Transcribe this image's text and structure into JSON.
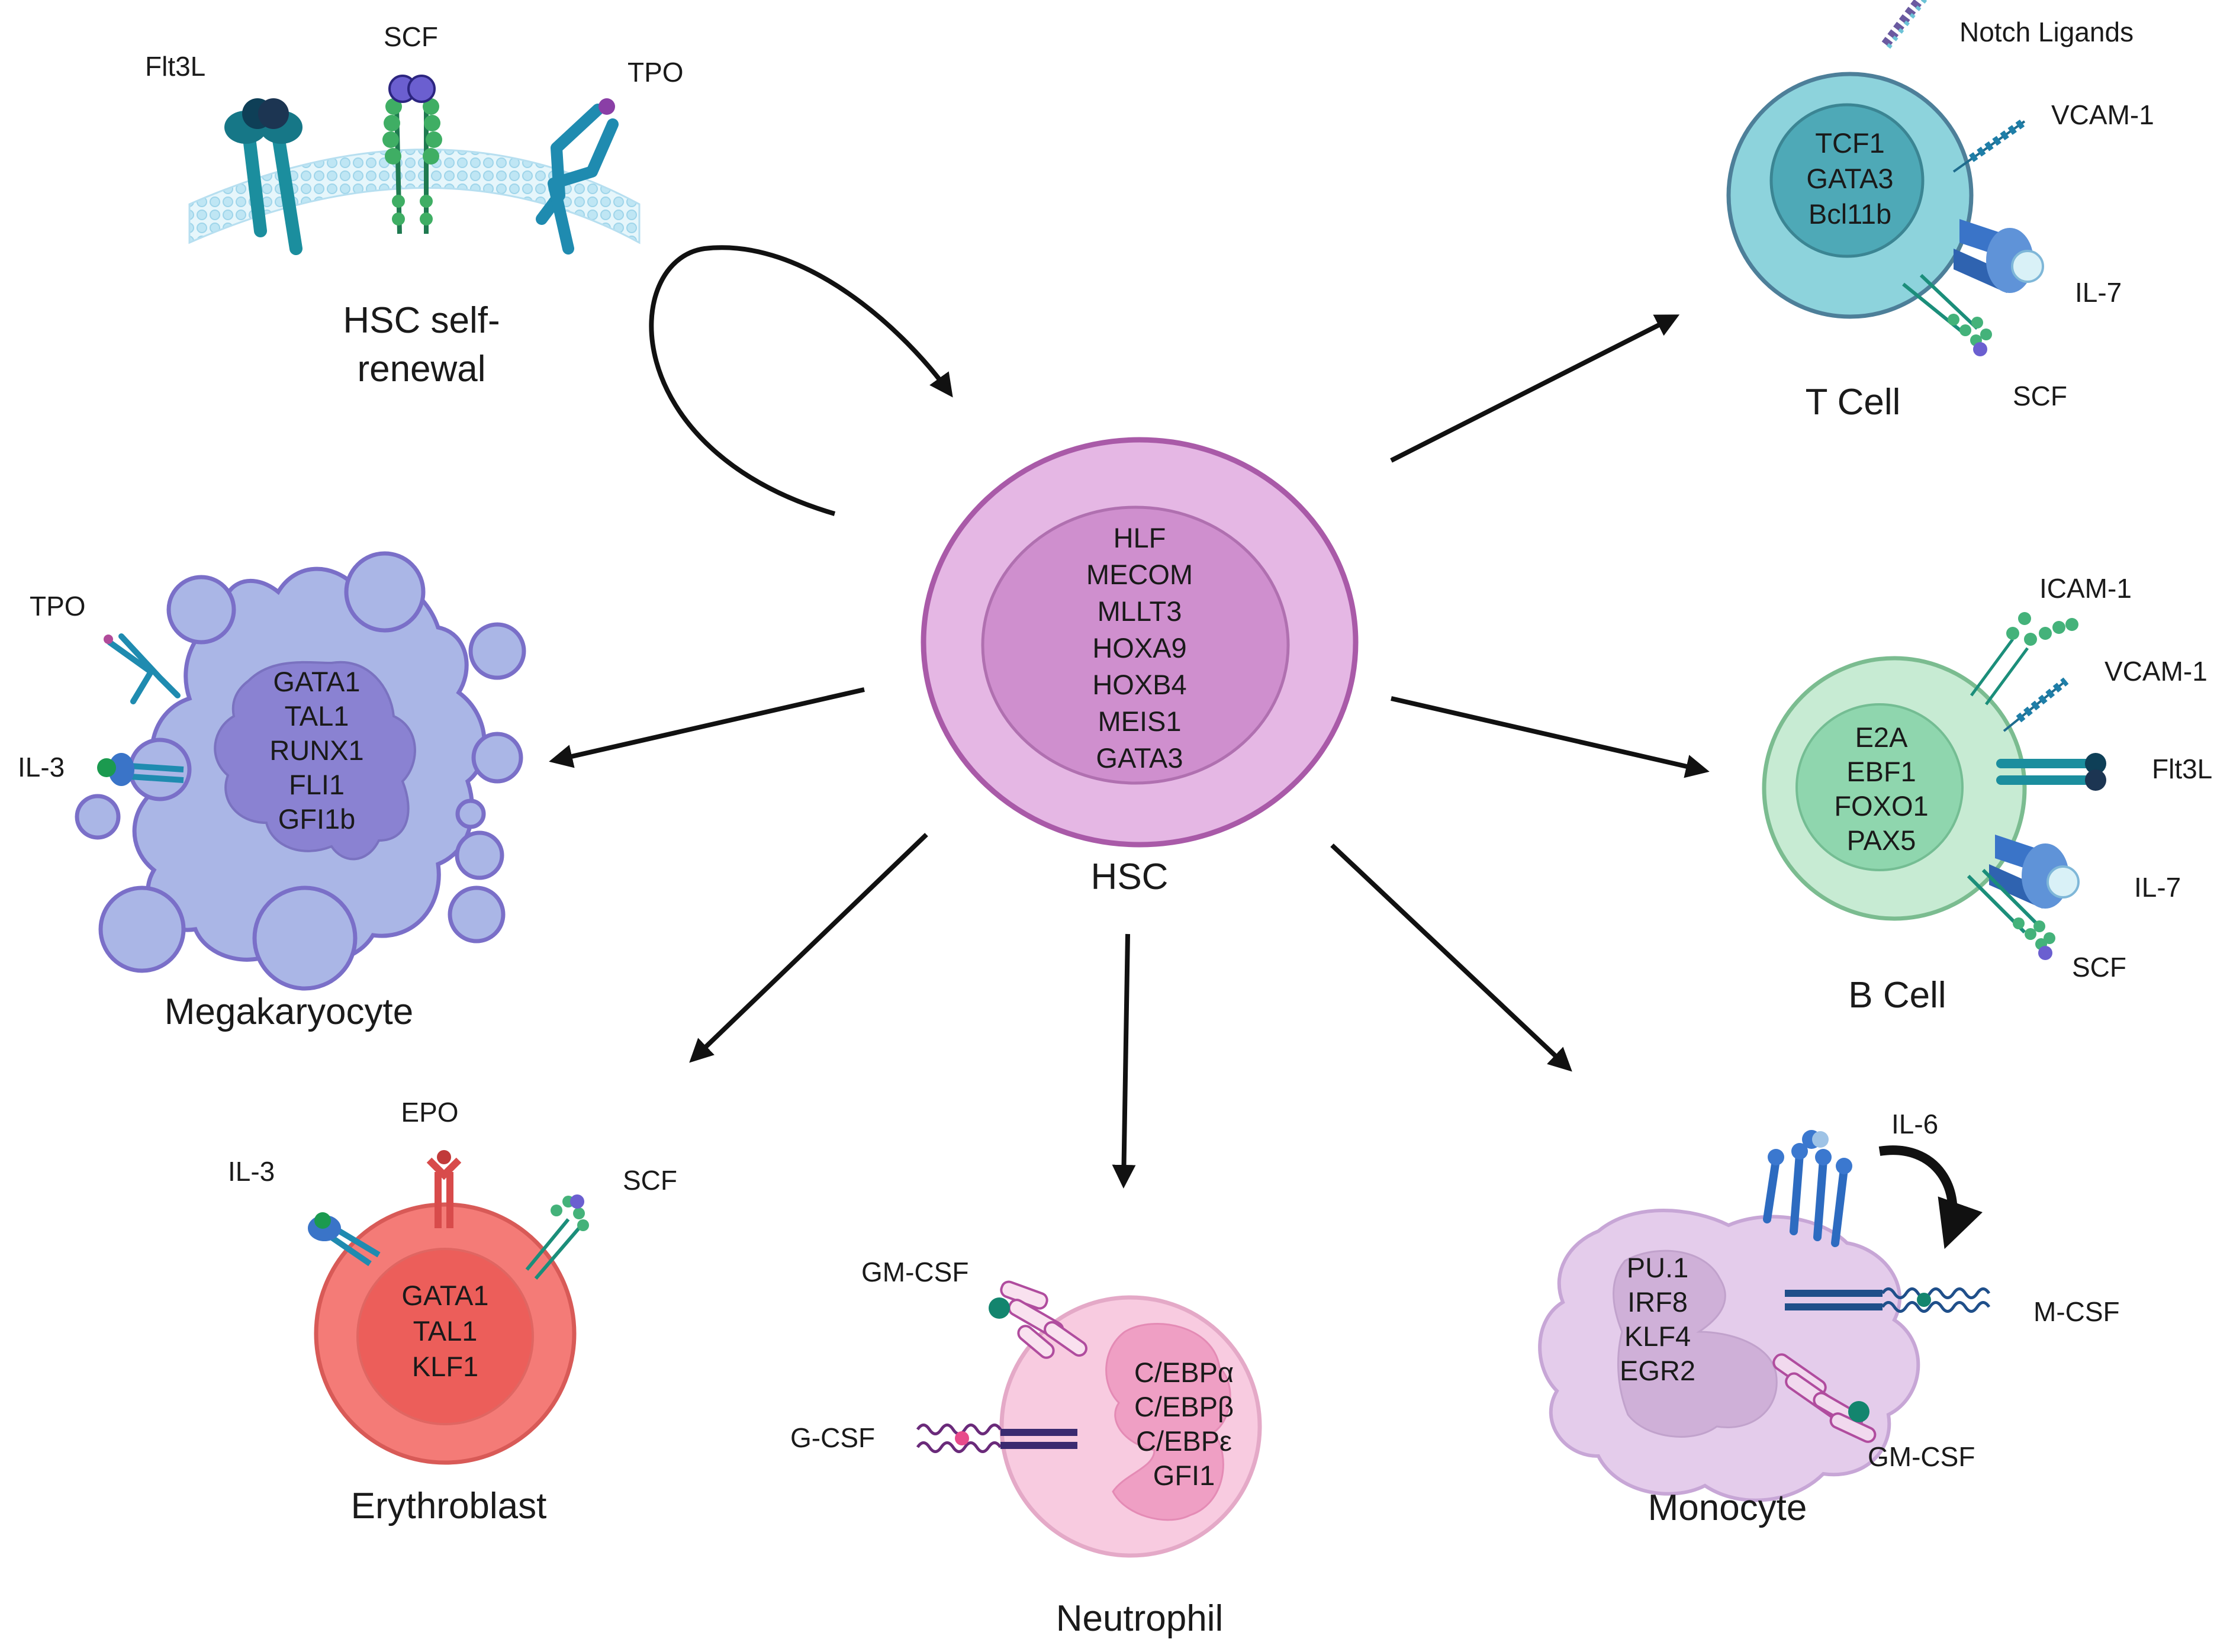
{
  "hsc": {
    "title": "HSC",
    "genes": [
      "HLF",
      "MECOM",
      "MLLT3",
      "HOXA9",
      "HOXB4",
      "MEIS1",
      "GATA3"
    ]
  },
  "self_renewal": {
    "caption_line1": "HSC self-",
    "caption_line2": "renewal",
    "ligands": [
      "Flt3L",
      "SCF",
      "TPO"
    ]
  },
  "t_cell": {
    "title": "T Cell",
    "genes": [
      "TCF1",
      "GATA3",
      "Bcl11b"
    ],
    "ligands": [
      "Notch Ligands",
      "VCAM-1",
      "IL-7",
      "SCF"
    ]
  },
  "b_cell": {
    "title": "B Cell",
    "genes": [
      "E2A",
      "EBF1",
      "FOXO1",
      "PAX5"
    ],
    "ligands": [
      "ICAM-1",
      "VCAM-1",
      "Flt3L",
      "IL-7",
      "SCF"
    ]
  },
  "megakaryocyte": {
    "title": "Megakaryocyte",
    "genes": [
      "GATA1",
      "TAL1",
      "RUNX1",
      "FLI1",
      "GFI1b"
    ],
    "ligands": [
      "TPO",
      "IL-3"
    ]
  },
  "erythroblast": {
    "title": "Erythroblast",
    "genes": [
      "GATA1",
      "TAL1",
      "KLF1"
    ],
    "ligands": [
      "EPO",
      "IL-3",
      "SCF"
    ]
  },
  "neutrophil": {
    "title": "Neutrophil",
    "genes": [
      "C/EBPα",
      "C/EBPβ",
      "C/EBPε",
      "GFI1"
    ],
    "ligands": [
      "GM-CSF",
      "G-CSF"
    ]
  },
  "monocyte": {
    "title": "Monocyte",
    "genes": [
      "PU.1",
      "IRF8",
      "KLF4",
      "EGR2"
    ],
    "ligands": [
      "IL-6",
      "M-CSF",
      "GM-CSF"
    ]
  },
  "colors": {
    "hsc_outer": "#e5b7e4",
    "hsc_inner": "#cf8fce",
    "t_cell": "#8dd3dc",
    "b_cell": "#c7ebd3",
    "megakaryocyte": "#aab6e6",
    "erythroblast": "#f47b77",
    "neutrophil": "#f8cbe0",
    "monocyte": "#e4cceb"
  }
}
